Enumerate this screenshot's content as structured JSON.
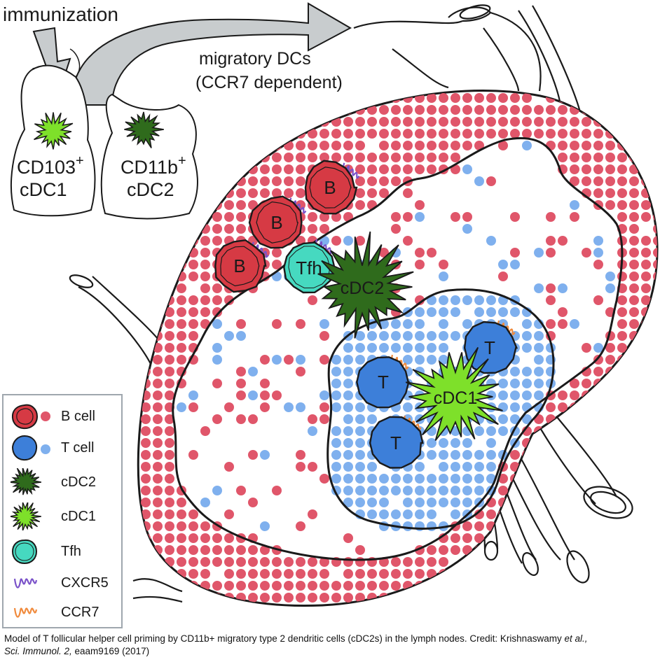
{
  "labels": {
    "immunization": "immunization",
    "migratory_line1": "migratory DCs",
    "migratory_line2": "(CCR7 dependent)",
    "cd103": "CD103",
    "cd103_sup": "+",
    "cdc1_tissue": "cDC1",
    "cd11b": "CD11b",
    "cd11b_sup": "+",
    "cdc2_tissue": "cDC2",
    "b_cell": "B",
    "t_cell": "T",
    "tfh": "Tfh",
    "cdc2_node": "cDC2",
    "cdc1_node": "cDC1"
  },
  "legend": {
    "items": [
      {
        "icon": "b-cell-icon",
        "label": "B cell"
      },
      {
        "icon": "t-cell-icon",
        "label": "T cell"
      },
      {
        "icon": "cdc2-icon",
        "label": "cDC2"
      },
      {
        "icon": "cdc1-icon",
        "label": "cDC1"
      },
      {
        "icon": "tfh-icon",
        "label": "Tfh"
      },
      {
        "icon": "cxcr5-icon",
        "label": "CXCR5"
      },
      {
        "icon": "ccr7-icon",
        "label": "CCR7"
      }
    ]
  },
  "caption": {
    "text_main": "Model of T follicular helper cell priming by CD11b+ migratory type 2 dendritic cells (cDC2s) in the lymph nodes. Credit: Krishnaswamy ",
    "et_al": "et al.,",
    "journal": "Sci. Immunol. 2,",
    "citation_tail": " eaam9169 (2017)"
  },
  "colors": {
    "b_cell": "#d63a44",
    "b_cell_dot": "#e0566a",
    "t_cell": "#3d7fd9",
    "t_cell_dot": "#7fb0ee",
    "cdc2": "#2f6b1c",
    "cdc1": "#7ee02a",
    "tfh": "#46d9c0",
    "cxcr5": "#7a52c9",
    "ccr7": "#f08a3c",
    "arrow": "#c8ccce",
    "outline": "#1a1a1a"
  }
}
